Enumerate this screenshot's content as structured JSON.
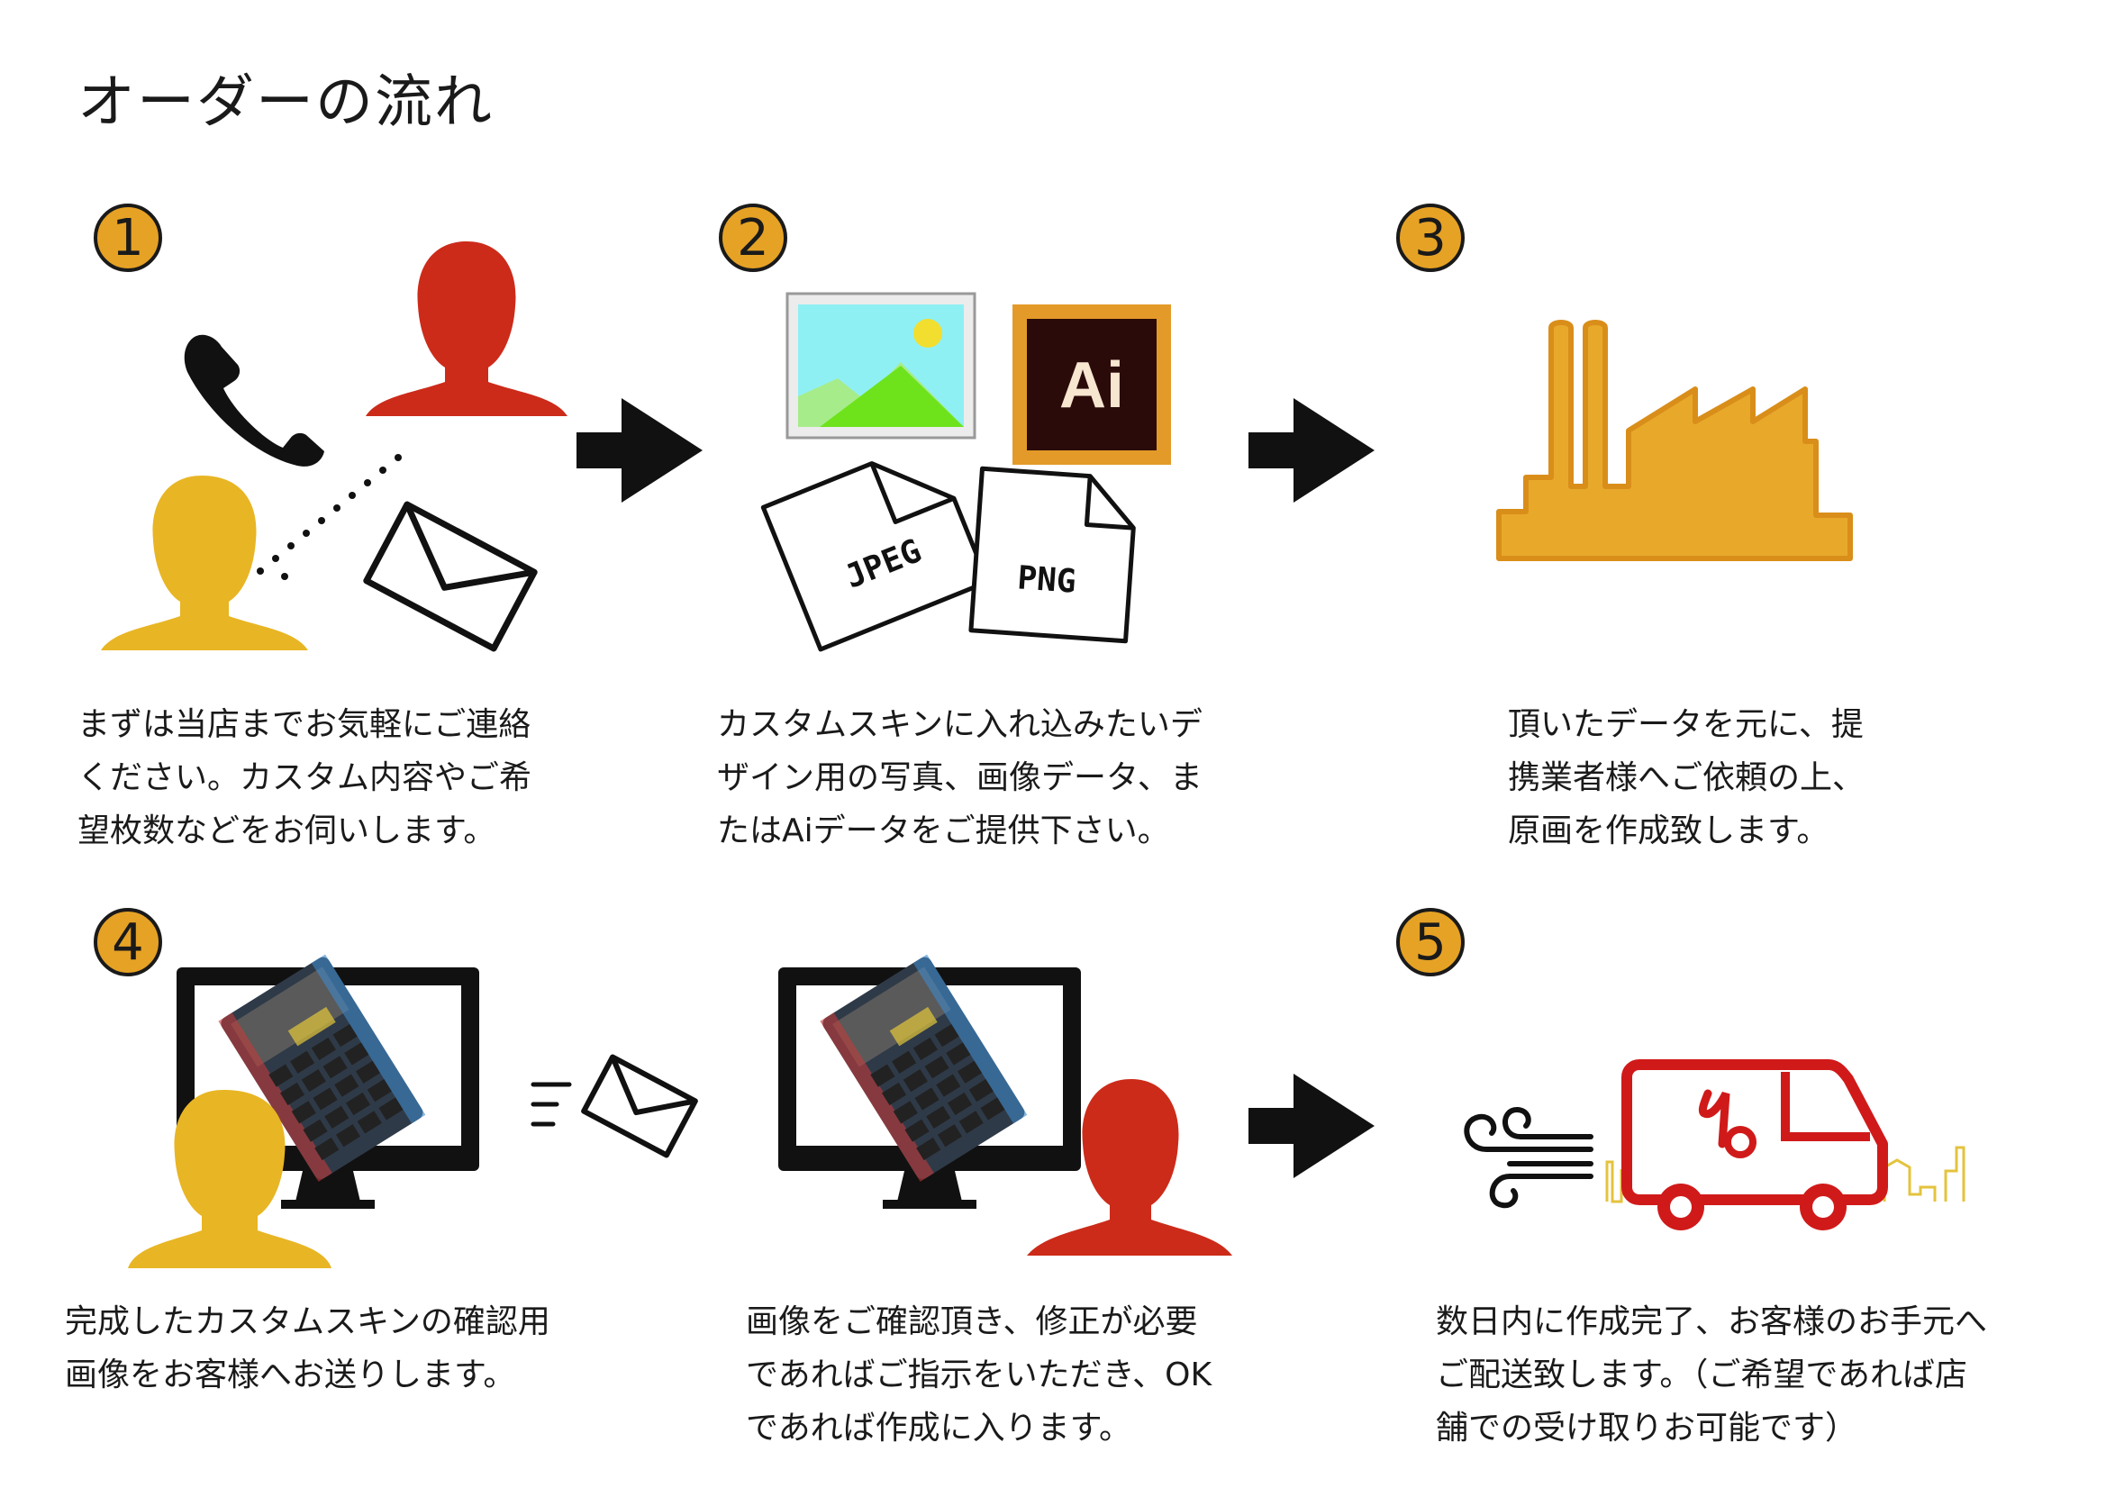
{
  "title": "オーダーの流れ",
  "colors": {
    "badge": "#e6a225",
    "red": "#cc2b1a",
    "yellow": "#e8b524",
    "factory": "#e8a92b",
    "truck": "#d01a1a"
  },
  "steps": [
    {
      "num": "1",
      "lines": [
        "まずは当店までお気軽にご連絡",
        "ください。カスタム内容やご希",
        "望枚数などをお伺いします。"
      ]
    },
    {
      "num": "2",
      "lines": [
        "カスタムスキンに入れ込みたいデ",
        "ザイン用の写真、画像データ、ま",
        "たはAiデータをご提供下さい。"
      ],
      "icons": {
        "ai_label": "Ai",
        "jpeg_label": "JPEG",
        "png_label": "PNG"
      }
    },
    {
      "num": "3",
      "lines": [
        "頂いたデータを元に、提",
        "携業者様へご依頼の上、",
        "原画を作成致します。"
      ]
    },
    {
      "num": "4",
      "lines": [
        "完成したカスタムスキンの確認用",
        "画像をお客様へお送りします。"
      ]
    },
    {
      "num": "",
      "lines": [
        "画像をご確認頂き、修正が必要",
        "であればご指示をいただき、OK",
        "であれば作成に入ります。"
      ]
    },
    {
      "num": "5",
      "lines": [
        "数日内に作成完了、お客様のお手元へ",
        "ご配送致します。（ご希望であれば店",
        "舗での受け取りお可能です）"
      ]
    }
  ]
}
